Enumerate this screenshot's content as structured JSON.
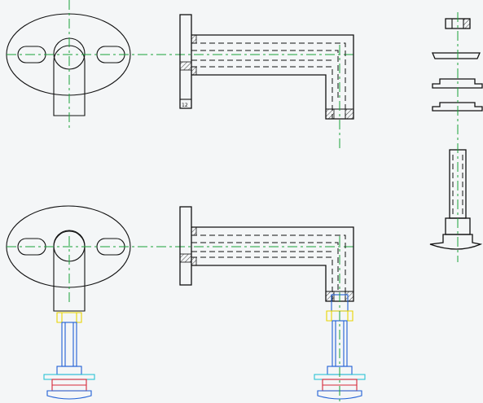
{
  "drawing": {
    "dimension_label": "12",
    "colors": {
      "background": "#f4f6f7",
      "outline": "#111111",
      "centerline": "#1aa33a",
      "assembly_blue": "#1f5fd6",
      "assembly_red": "#d8283a",
      "assembly_yellow": "#e8d400",
      "assembly_cyan": "#2bc3d6"
    },
    "views": [
      {
        "name": "flange-front-view"
      },
      {
        "name": "bracket-section-view"
      },
      {
        "name": "exploded-fastener-parts"
      },
      {
        "name": "assembled-flange-front-view"
      },
      {
        "name": "assembled-bracket-section-view"
      }
    ]
  }
}
